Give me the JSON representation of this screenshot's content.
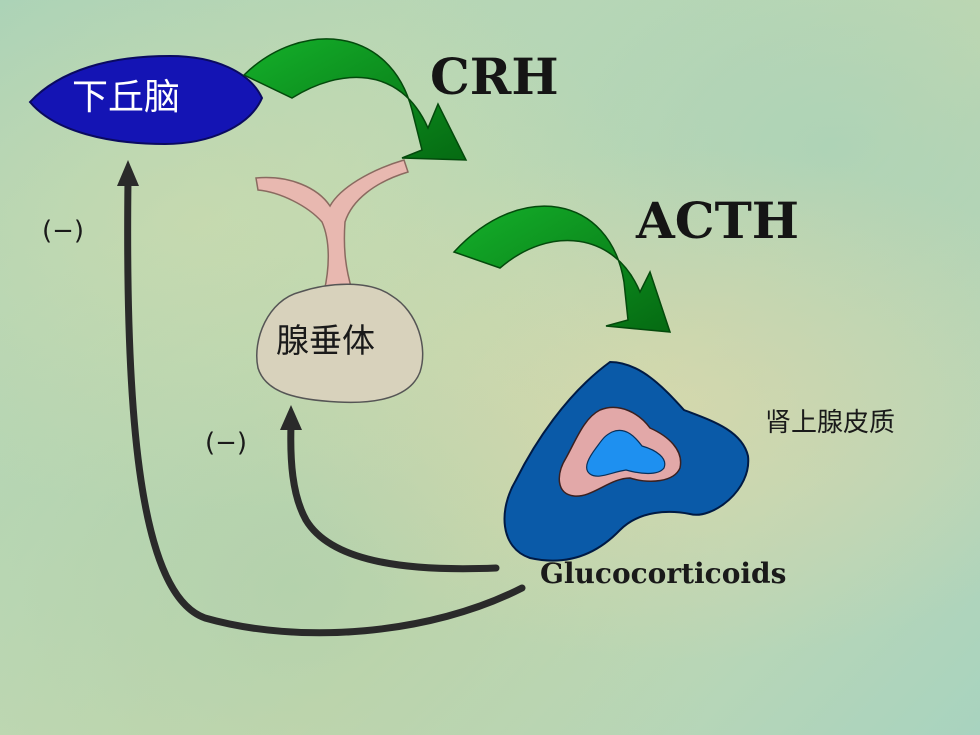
{
  "labels": {
    "hypothalamus": "下丘脑",
    "pituitary": "腺垂体",
    "adrenal_cortex": "肾上腺皮质",
    "hormone_1": "CRH",
    "hormone_2": "ACTH",
    "feedback_product": "Glucocorticoids",
    "negative_feedback_1": "(−)",
    "negative_feedback_2": "(−)"
  },
  "colors": {
    "hypothalamus_fill": "#1414b4",
    "pituitary_fill": "#d8d2bc",
    "pituitary_stalk": "#e8b8b0",
    "adrenal_outer": "#0a5aa8",
    "adrenal_middle": "#e2a8a8",
    "adrenal_inner": "#1e90f0",
    "stimulation_arrow": "#0c8a1c",
    "feedback_arrow": "#2a2a2a"
  }
}
